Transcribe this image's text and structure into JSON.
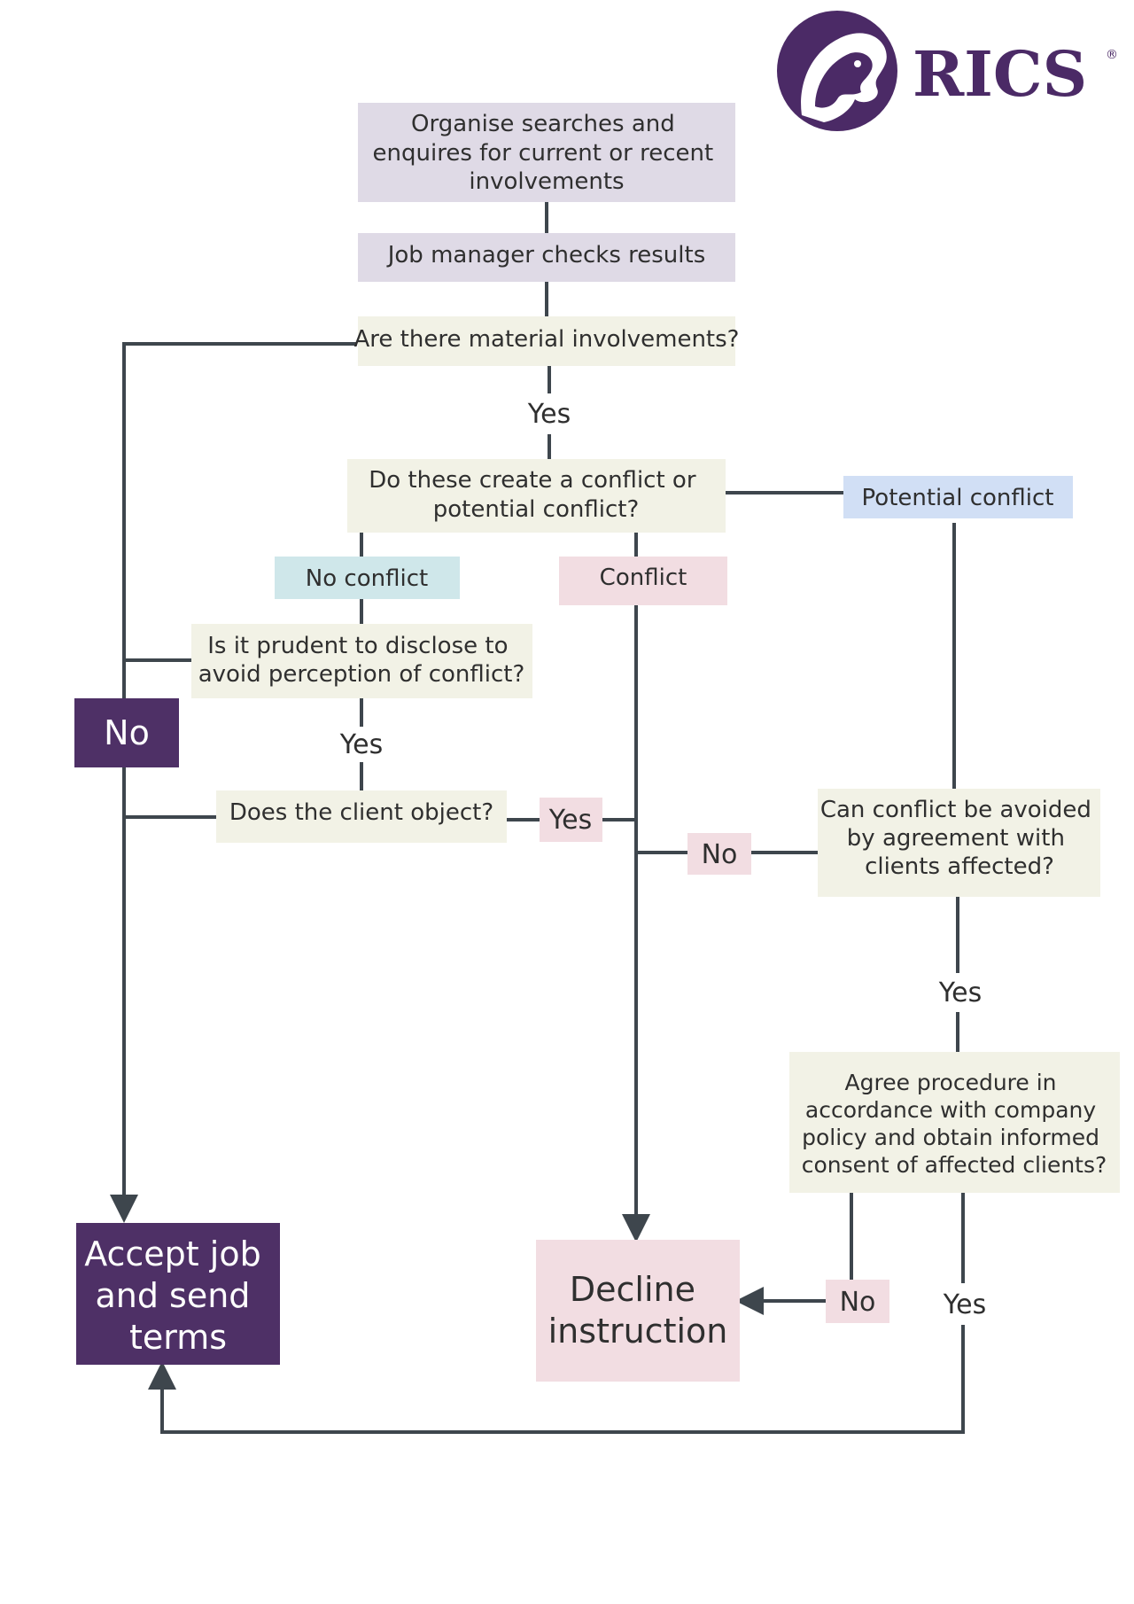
{
  "logo": {
    "text": "RICS",
    "reg_mark": "®",
    "icon": "lion-head-icon",
    "color": "#4b2a66"
  },
  "colors": {
    "purple_light": "#dfdae6",
    "cream": "#f2f2e6",
    "pink": "#f2dde2",
    "teal": "#cfe7ea",
    "blue": "#d1dff5",
    "dark_purple": "#4e3066",
    "line": "#3e464d"
  },
  "nodes": {
    "organise": {
      "lines": [
        "Organise searches and",
        "enquires for current or recent",
        "involvements"
      ]
    },
    "job_manager": {
      "lines": [
        "Job manager checks results"
      ]
    },
    "material": {
      "lines": [
        "Are there material involvements?"
      ]
    },
    "create_conflict": {
      "lines": [
        "Do these create a conflict or",
        "potential conflict?"
      ]
    },
    "potential_conflict": {
      "lines": [
        "Potential conflict"
      ]
    },
    "no_conflict": {
      "lines": [
        "No conflict"
      ]
    },
    "conflict": {
      "lines": [
        "Conflict"
      ]
    },
    "prudent": {
      "lines": [
        "Is it prudent to disclose to",
        "avoid perception of conflict?"
      ]
    },
    "client_object": {
      "lines": [
        "Does the client object?"
      ]
    },
    "avoid_agreement": {
      "lines": [
        "Can conflict be avoided",
        "by agreement with",
        "clients affected?"
      ]
    },
    "agree_procedure": {
      "lines": [
        "Agree procedure in",
        "accordance with company",
        "policy and obtain informed",
        "consent of affected clients?"
      ]
    },
    "accept": {
      "lines": [
        "Accept job",
        "and send",
        "terms"
      ]
    },
    "decline": {
      "lines": [
        "Decline",
        "instruction"
      ]
    }
  },
  "labels": {
    "yes_material": "Yes",
    "no_big": "No",
    "yes_prudent": "Yes",
    "yes_object": "Yes",
    "no_avoid": "No",
    "yes_avoid": "Yes",
    "no_agree": "No",
    "yes_agree": "Yes"
  }
}
